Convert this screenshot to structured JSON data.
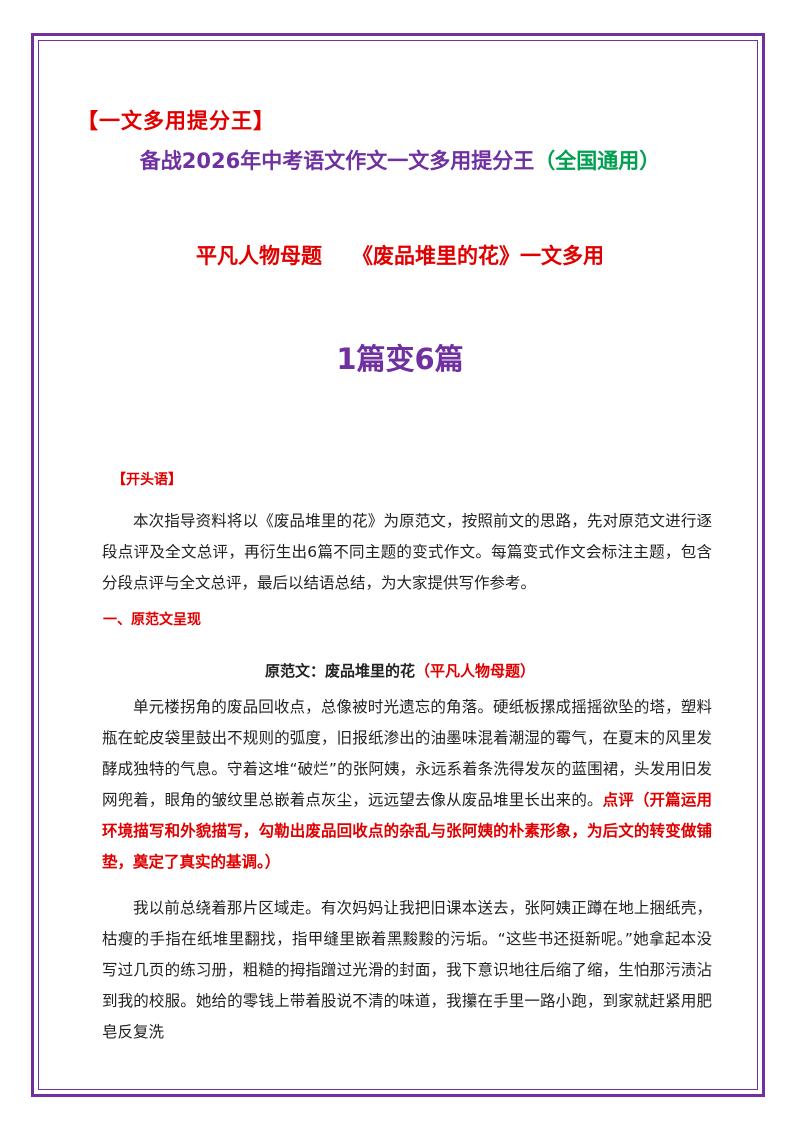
{
  "header": {
    "tag": "【一文多用提分王】",
    "title_main": "备战2026年中考语文作文一文多用提分王",
    "title_suffix": "（全国通用）",
    "topic_label": "平凡人物母题",
    "topic_title": "《废品堆里的花》一文多用",
    "transform": "1篇变6篇"
  },
  "intro": {
    "label": "【开头语】",
    "text": "本次指导资料将以《废品堆里的花》为原范文，按照前文的思路，先对原范文进行逐段点评及全文总评，再衍生出6篇不同主题的变式作文。每篇变式作文会标注主题，包含分段点评与全文总评，最后以结语总结，为大家提供写作参考。"
  },
  "section1": {
    "heading": "一、原范文呈现",
    "essay_title": "原范文：废品堆里的花",
    "essay_theme": "（平凡人物母题）",
    "paragraph1": "单元楼拐角的废品回收点，总像被时光遗忘的角落。硬纸板摞成摇摇欲坠的塔，塑料瓶在蛇皮袋里鼓出不规则的弧度，旧报纸渗出的油墨味混着潮湿的霉气，在夏末的风里发酵成独特的气息。守着这堆“破烂”的张阿姨，永远系着条洗得发灰的蓝围裙，头发用旧发网兜着，眼角的皱纹里总嵌着点灰尘，远远望去像从废品堆里长出来的。",
    "comment1": "点评（开篇运用环境描写和外貌描写，勾勒出废品回收点的杂乱与张阿姨的朴素形象，为后文的转变做铺垫，奠定了真实的基调。）",
    "paragraph2": "我以前总绕着那片区域走。有次妈妈让我把旧课本送去，张阿姨正蹲在地上捆纸壳，枯瘦的手指在纸堆里翻找，指甲缝里嵌着黑黢黢的污垢。“这些书还挺新呢。”她拿起本没写过几页的练习册，粗糙的拇指蹭过光滑的封面，我下意识地往后缩了缩，生怕那污渍沾到我的校服。她给的零钱上带着股说不清的味道，我攥在手里一路小跑，到家就赶紧用肥皂反复洗"
  },
  "colors": {
    "frame": "#7030a0",
    "red": "#e00000",
    "green": "#00a050",
    "text": "#222222"
  }
}
